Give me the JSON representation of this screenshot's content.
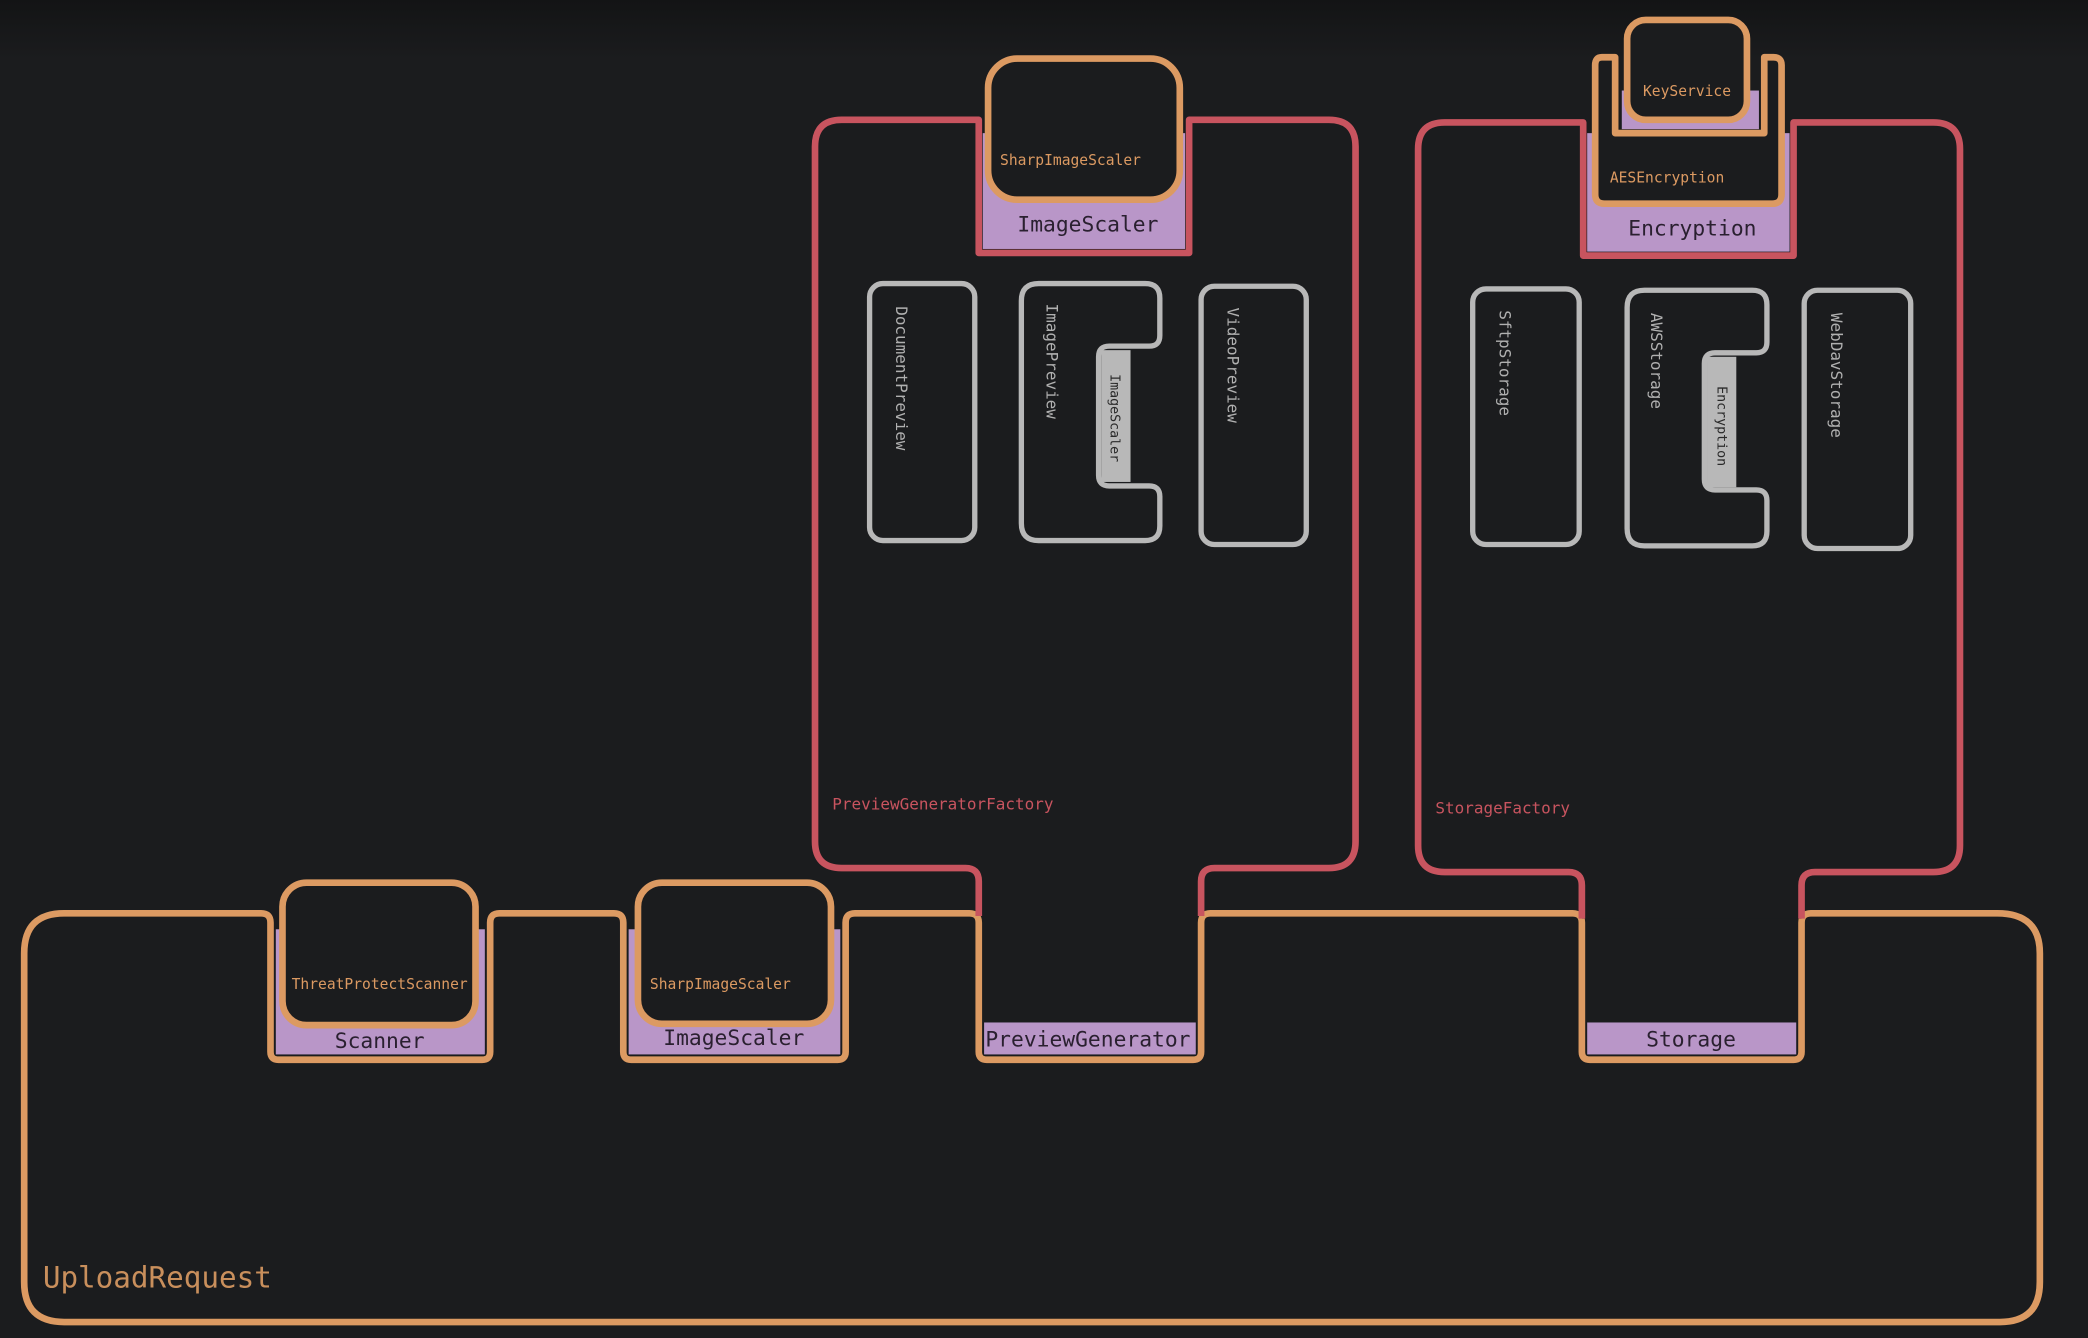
{
  "colors": {
    "provider": "#dc9a62",
    "factory": "#c8545f",
    "interface": "#b996c8",
    "implementation": "#b8b8b8",
    "background": "#1b1c1e"
  },
  "upload_request": {
    "label": "UploadRequest",
    "sockets": [
      {
        "label": "Scanner",
        "component": "ThreatProtectScanner"
      },
      {
        "label": "ImageScaler",
        "component": "SharpImageScaler"
      },
      {
        "label": "PreviewGenerator"
      },
      {
        "label": "Storage"
      }
    ]
  },
  "preview_factory": {
    "label": "PreviewGeneratorFactory",
    "socket": {
      "label": "ImageScaler",
      "component": "SharpImageScaler"
    },
    "items": [
      "DocumentPreview",
      "ImagePreview",
      "VideoPreview"
    ],
    "inner_socket": "ImageScaler"
  },
  "storage_factory": {
    "label": "StorageFactory",
    "socket": {
      "label": "Encryption",
      "component": "AESEncryption",
      "sub_component": "KeyService"
    },
    "items": [
      "SftpStorage",
      "AWSStorage",
      "WebDavStorage"
    ],
    "inner_socket": "Encryption"
  }
}
